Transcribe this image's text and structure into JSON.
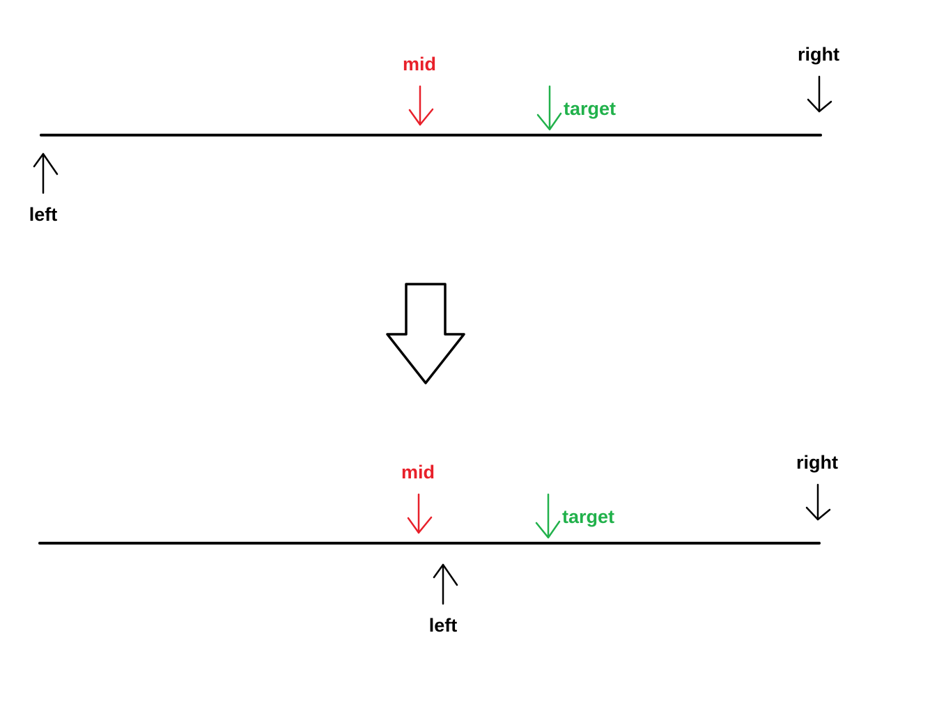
{
  "colors": {
    "line": "#000000",
    "mid": "#e8202a",
    "target": "#21b14b",
    "pointer": "#000000"
  },
  "before": {
    "mid_label": "mid",
    "target_label": "target",
    "right_label": "right",
    "left_label": "left"
  },
  "after": {
    "mid_label": "mid",
    "target_label": "target",
    "right_label": "right",
    "left_label": "left"
  },
  "transition_icon": "hollow-down-arrow-icon"
}
